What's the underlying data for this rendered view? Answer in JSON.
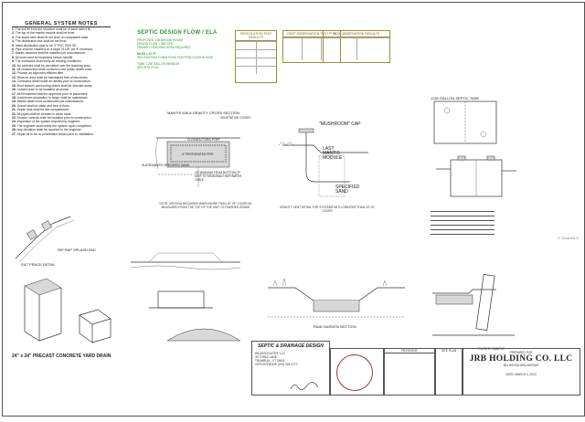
{
  "notes": {
    "title": "GENERAL SYSTEM NOTES",
    "items": [
      "The soil fill from the structure shall be of sand select fill.",
      "The top of the mantis module shall be level.",
      "The septic tank shall be set level on compacted base.",
      "The distribution box shall be set level.",
      "Initial distribution pipe to be 4\" PVC SDR 35.",
      "Pipe shall be installed on a slope of 1/8\" per ft. minimum.",
      "Mantis modules shall be installed per manufacturer.",
      "All work must be inspected before backfill.",
      "The contractor shall verify all existing conditions.",
      "No vehicles shall be permitted over the leaching area.",
      "All construction shall conform to the public health code.",
      "Provide an approved effluent filter.",
      "Reserve area shall be maintained free of structures.",
      "Contractor shall locate all utilities prior to construction.",
      "Roof leaders and footing drains shall be directed away.",
      "Curtain drain to be installed as shown.",
      "All fill material shall be approved prior to placement.",
      "A minimum separation to ledge shall be maintained.",
      "Mantis detail to be constructed per manufacturer.",
      "Gravel shall be clean and free of fines.",
      "Septic tank shall be two compartment.",
      "All pipes shall be bedded in clean sand.",
      "Erosion controls shall be installed prior to construction.",
      "Inspection of the system required by engineer.",
      "The engineer shall certify the system upon completion.",
      "Any deviation shall be reported to the engineer.",
      "Septic fill to be no penetration tested prior to installation."
    ]
  },
  "design": {
    "title": "SEPTIC DESIGN FLOW / ELA",
    "lines": [
      "PROPOSED 4 BEDROOM HOUSE",
      "DESIGN FLOW = 450 GPD",
      "PRIMARY LEACHING AREA REQUIRED",
      "MLSS = 32 FT",
      "SEE EXISTING CONDITIONS FOR PERCOLATION RATE",
      "TANK: 1250 GALLON MINIMUM",
      "SEE SITE PLAN"
    ]
  },
  "tables": [
    {
      "title": "PERCOLATION TEST RESULTS"
    },
    {
      "title": "DEEP OBSERVATION TEST PITS"
    },
    {
      "title": "SOIL OBSERVATION RESULTS"
    }
  ],
  "details": {
    "mantis_title": "MANTIS 536-8 GRAVITY CROSS SECTION",
    "mantis_labels": [
      "VEGETATIVE COVER",
      "CLEANOUT/OBS PORT",
      "4\" PERFORATED PIPE",
      "SLATE/MANTIS SPECIFIED SAND",
      "18\" MINIMUM FROM BOTTOM OF UNIT TO SEASONAL HIGH WATER TABLE"
    ],
    "mantis_note": "NOTE: VENTING REQUIRED WHEN MORE THAN 18\" OF COVER AS MEASURED FROM THE TOP OF THE UNIT TO FINISHED GRADE",
    "mushroom_label": "\"MUSHROOM\" CAP",
    "module_label": "LAST MANTIS MODULE",
    "sand_label": "SPECIFIED SAND",
    "vent_note": "GRAVITY VENT DETAIL FOR SYSTEMS WITH GREATER THAN 18\" OF COVER",
    "tank_title": "1250 GALLON SEPTIC TANK",
    "rain_garden_title": "RAIN GARDEN SECTION",
    "drain_title": "24\" x 24\" PRECAST CONCRETE YARD DRAIN",
    "silt_fence": "SILT FENCE DETAIL",
    "riprap": "RIP RAP SPLASH PAD",
    "fabric": "FILTER FABRIC"
  },
  "titleblock": {
    "design_title": "SEPTIC & DRAINAGE DESIGN",
    "engineer": "HB ASSOCIATES, LLC",
    "address": "30 TOPAZ LANE",
    "city": "TRUMBULL, CT 06611",
    "phone": "OFFICE/PHONE (203) 924-0777",
    "owner_title": "PREPARED FOR",
    "owner": "JRB HOLDING CO. LLC",
    "site": "824 WOODLAND AVENUE",
    "sheet_label": "SITE PLAN",
    "date": "DATE: MARCH 4, 2023",
    "revisions": "REVISIONS"
  },
  "footer": {
    "watermark": "© SmartMLS"
  }
}
